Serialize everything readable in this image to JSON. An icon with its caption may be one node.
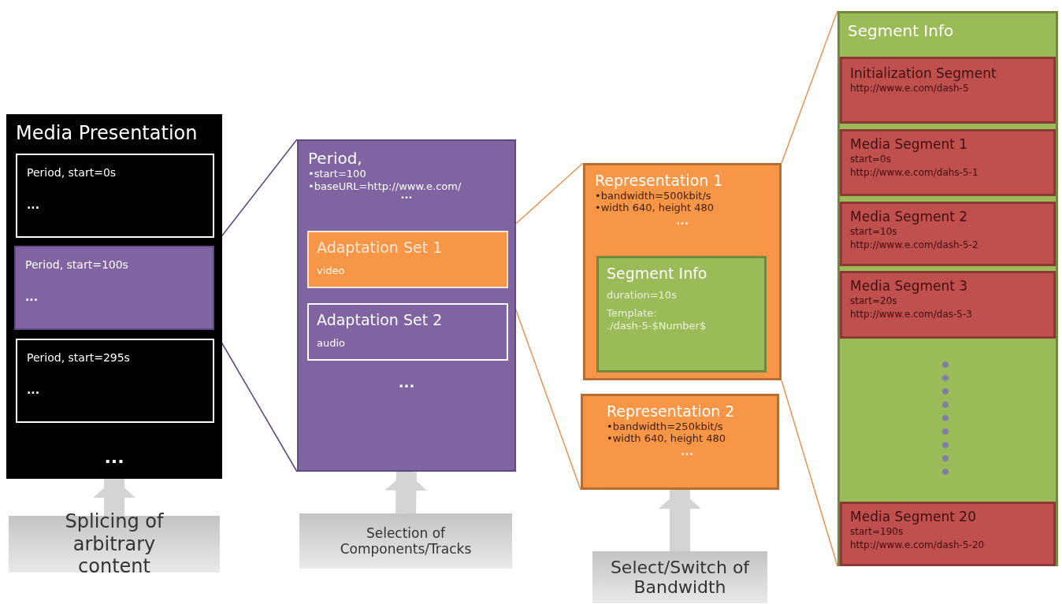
{
  "diagram": {
    "nodes": [
      {
        "text": [
          "Media Presentation",
          "..."
        ]
      },
      {
        "text": [
          "Period, start=0s",
          "..."
        ],
        "in": 0
      },
      {
        "text": [
          "Period, start=100s",
          "..."
        ],
        "in": 0
      },
      {
        "text": [
          "Period, start=295s",
          "..."
        ],
        "in": 0
      },
      {
        "text": [
          "Period,",
          "•start=100",
          "•baseURL=http://www.e.com/",
          "...",
          "..."
        ]
      },
      {
        "text": [
          "Adaptation Set 1",
          "video"
        ],
        "in": 4
      },
      {
        "text": [
          "Adaptation Set 2",
          "audio"
        ],
        "in": 4
      },
      {
        "text": [
          "Representation 1",
          "•bandwidth=500kbit/s",
          "•width 640, height 480",
          "..."
        ]
      },
      {
        "text": [
          "Segment Info",
          "duration=10s",
          "Template: ./dash-5-$Number$"
        ],
        "in": 7
      },
      {
        "text": [
          "Representation 2",
          "•bandwidth=250kbit/s",
          "•width 640, height 480",
          "..."
        ]
      },
      {
        "text": [
          "Segment Info"
        ]
      },
      {
        "text": [
          "Initialization Segment",
          "http://www.e.com/dash-5"
        ],
        "in": 10
      },
      {
        "text": [
          "Media Segment 1",
          "start=0s",
          "http://www.e.com/dahs-5-1"
        ],
        "in": 10
      },
      {
        "text": [
          "Media Segment 2",
          "start=10s",
          "http://www.e.com/dash-5-2"
        ],
        "in": 10
      },
      {
        "text": [
          "Media Segment 3",
          "start=20s",
          "http://www.e.com/das-5-3"
        ],
        "in": 10
      },
      {
        "text": [
          "Media Segment 20",
          "start=190s",
          "http://www.e.com/dash-5-20"
        ],
        "in": 10
      },
      {
        "text": [
          "Splicing of arbitrary content"
        ]
      },
      {
        "text": [
          "Selection of Components/Tracks"
        ]
      },
      {
        "text": [
          "Select/Switch of Bandwidth"
        ]
      }
    ],
    "edges": [
      {
        "from": 2,
        "to": 4,
        "arrow": "none",
        "color": "#5f4b80"
      },
      {
        "from": 2,
        "to": 4,
        "arrow": "none",
        "color": "#5f4b80"
      },
      {
        "from": 5,
        "to": 7,
        "arrow": "none"
      },
      {
        "from": 5,
        "to": 9,
        "arrow": "none"
      },
      {
        "from": 7,
        "to": 10,
        "arrow": "none"
      },
      {
        "from": 7,
        "to": 10,
        "arrow": "none"
      },
      {
        "from": 16,
        "to": 0,
        "arrow": "to",
        "style": "thick",
        "color": "#d4d4d4"
      },
      {
        "from": 17,
        "to": 4,
        "arrow": "to",
        "style": "thick",
        "color": "#d4d4d4"
      },
      {
        "from": 18,
        "to": 9,
        "arrow": "to",
        "style": "thick",
        "color": "#d4d4d4"
      }
    ]
  }
}
